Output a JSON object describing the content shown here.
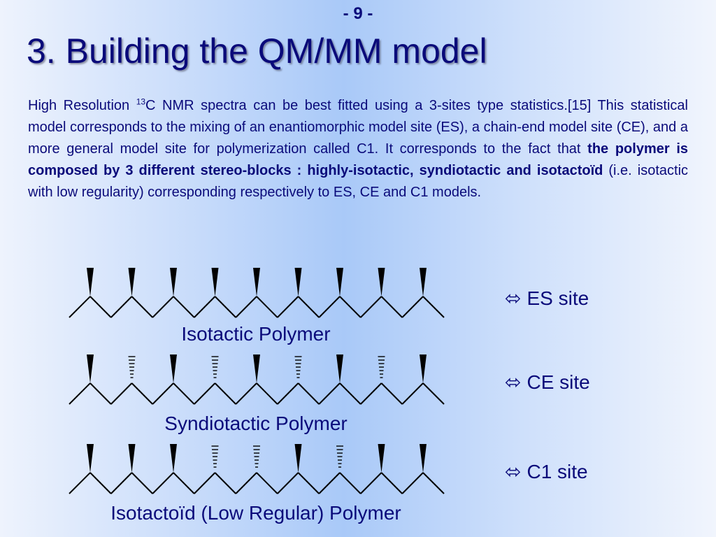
{
  "slide": {
    "page_number": "- 9 -",
    "title": "3. Building the QM/MM model"
  },
  "body": {
    "t1": "High Resolution ",
    "sup": "13",
    "t2": "C NMR spectra can be best fitted using a 3-sites type statistics.[15] This statistical model corresponds to the mixing of an enantiomorphic model site (ES), a chain-end model site (CE), and a more general model site for polymerization called C1. It corresponds to the fact that ",
    "bold": "the polymer is composed by 3 different stereo-blocks : highly-isotactic, syndiotactic and isotactoïd",
    "t3": " (i.e. isotactic with low regularity) corresponding respectively to ES, CE and C1 models."
  },
  "polymers": [
    {
      "caption": "Isotactic Polymer",
      "site": "ES site",
      "icon": "double-arrow-icon",
      "stereo": [
        "wedge",
        "wedge",
        "wedge",
        "wedge",
        "wedge",
        "wedge",
        "wedge",
        "wedge",
        "wedge"
      ]
    },
    {
      "caption": "Syndiotactic Polymer",
      "site": "CE site",
      "icon": "double-arrow-icon",
      "stereo": [
        "wedge",
        "hash",
        "wedge",
        "hash",
        "wedge",
        "hash",
        "wedge",
        "hash",
        "wedge"
      ]
    },
    {
      "caption": "Isotactoïd (Low Regular) Polymer",
      "site": "C1 site",
      "icon": "double-arrow-icon",
      "stereo": [
        "wedge",
        "wedge",
        "wedge",
        "hash",
        "hash",
        "wedge",
        "hash",
        "wedge",
        "wedge"
      ]
    }
  ]
}
